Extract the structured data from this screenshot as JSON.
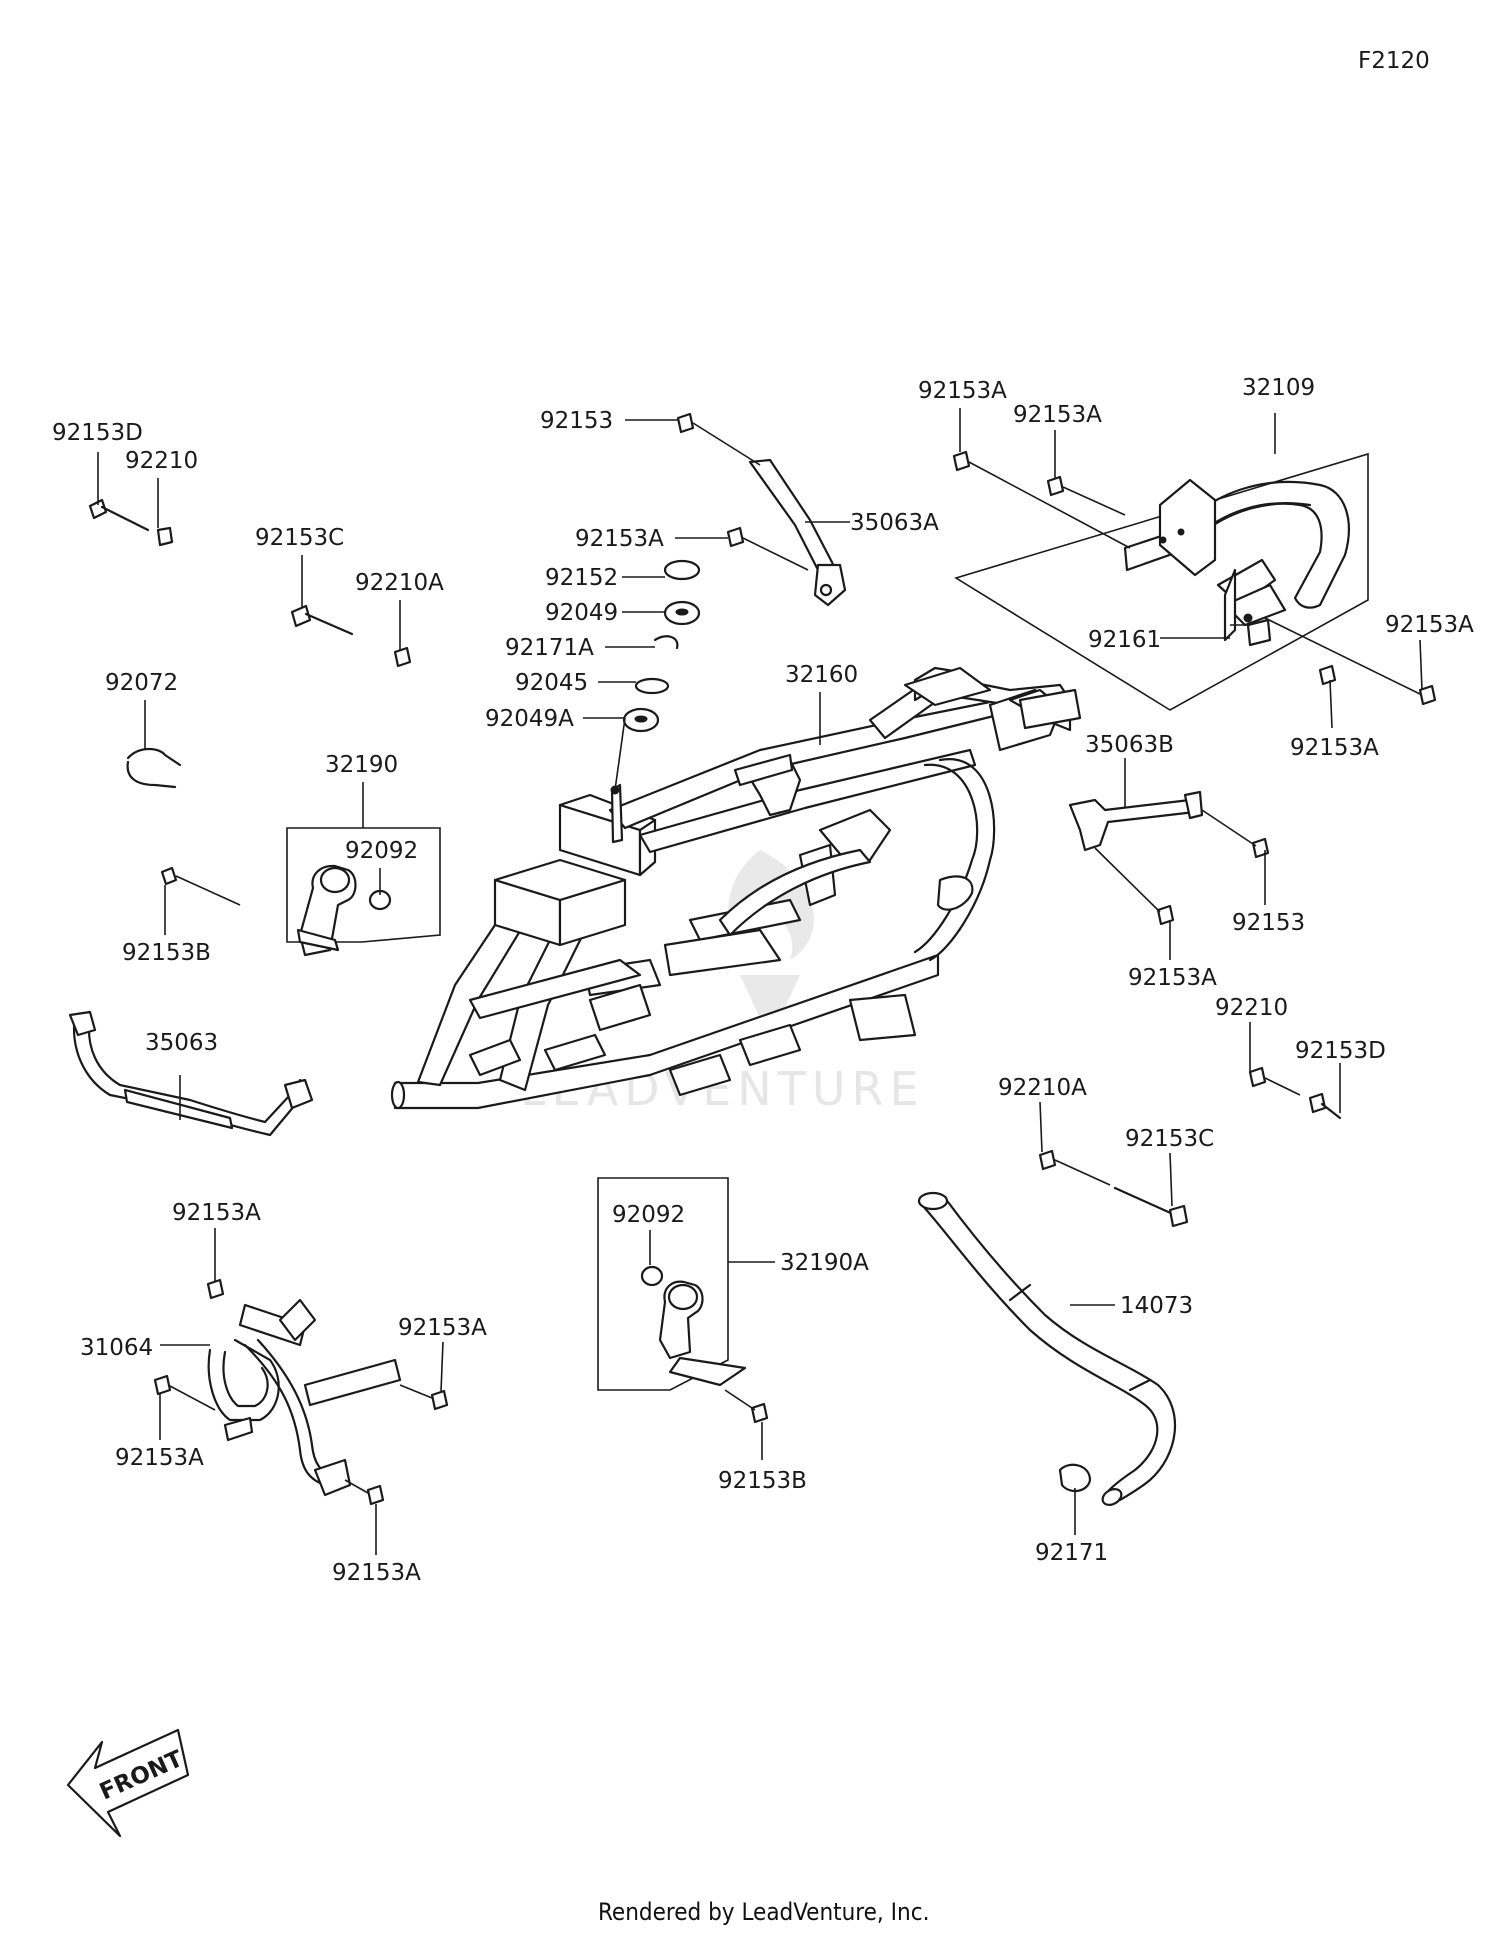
{
  "diagram_code": "F2120",
  "footer": "Rendered by LeadVenture, Inc.",
  "front_label": "FRONT",
  "watermark": "LEADVENTURE",
  "parts": {
    "p92153D_a": "92153D",
    "p92210_a": "92210",
    "p92153C_a": "92153C",
    "p92210A_a": "92210A",
    "p92072": "92072",
    "p32190": "32190",
    "p92092_a": "92092",
    "p92153B_a": "92153B",
    "p35063": "35063",
    "p92153": "92153",
    "p35063A": "35063A",
    "p92153A_top": "92153A",
    "p92152": "92152",
    "p92049": "92049",
    "p92171A": "92171A",
    "p92045": "92045",
    "p92049A": "92049A",
    "p32160": "32160",
    "p92153A_r1": "92153A",
    "p92153A_r2": "92153A",
    "p32109": "32109",
    "p92153A_r3": "92153A",
    "p92161": "92161",
    "p92153A_r4": "92153A",
    "p35063B": "35063B",
    "p92153_b": "92153",
    "p92153A_r5": "92153A",
    "p92210_b": "92210",
    "p92153D_b": "92153D",
    "p92210A_b": "92210A",
    "p92153C_b": "92153C",
    "p14073": "14073",
    "p92171": "92171",
    "p92092_b": "92092",
    "p32190A": "32190A",
    "p92153B_b": "92153B",
    "p92153A_l1": "92153A",
    "p31064": "31064",
    "p92153A_l2": "92153A",
    "p92153A_l3": "92153A",
    "p92153A_l4": "92153A"
  }
}
